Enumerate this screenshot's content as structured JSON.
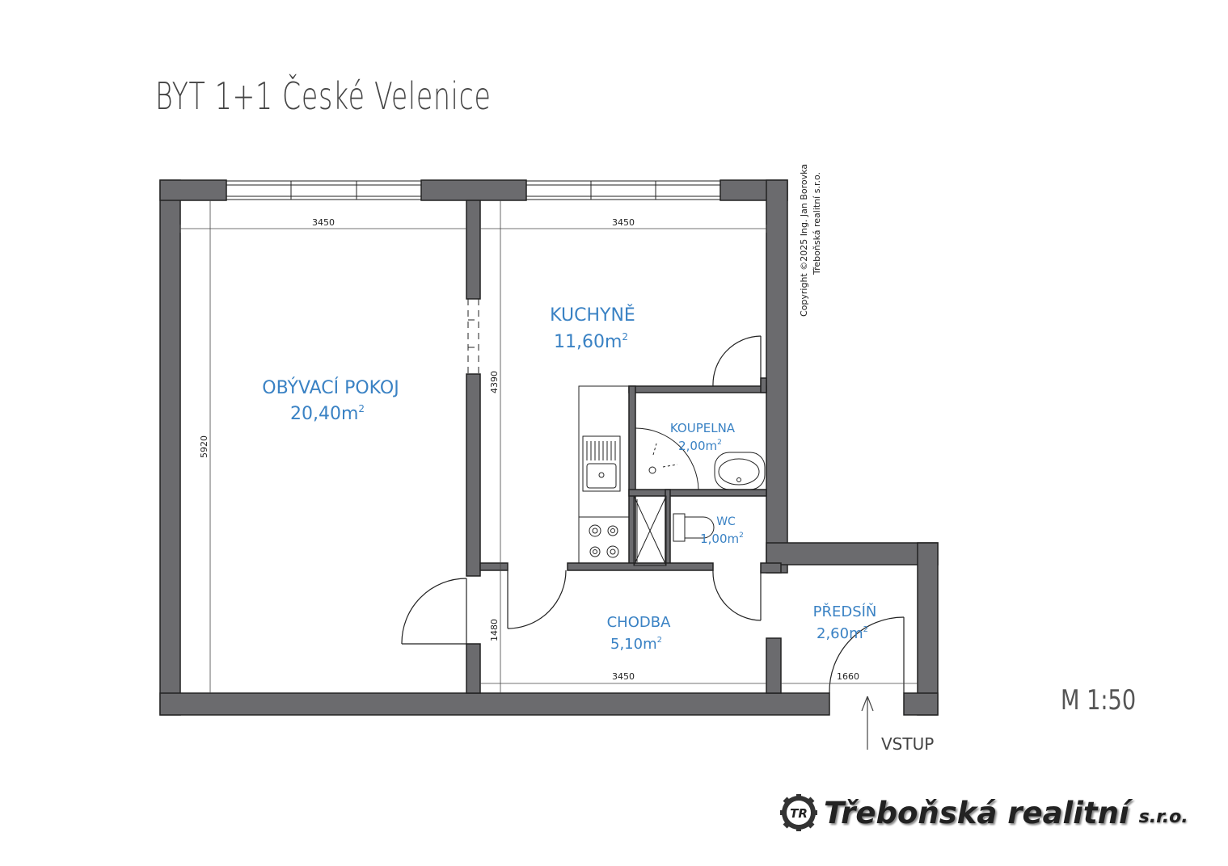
{
  "title": "BYT 1+1 České Velenice",
  "copyright": {
    "line1": "Copyright ©2025 Ing. Jan Borovka",
    "line2": "Třeboňská realitní s.r.o."
  },
  "rooms": {
    "living": {
      "name": "OBÝVACÍ POKOJ",
      "area": "20,40m",
      "sup": "2"
    },
    "kitchen": {
      "name": "KUCHYNĚ",
      "area": "11,60m",
      "sup": "2"
    },
    "bathroom": {
      "name": "KOUPELNA",
      "area": "2,00m",
      "sup": "2"
    },
    "wc": {
      "name": "WC",
      "area": "1,00m",
      "sup": "2"
    },
    "corridor": {
      "name": "CHODBA",
      "area": "5,10m",
      "sup": "2"
    },
    "hall": {
      "name": "PŘEDSÍŇ",
      "area": "2,60m",
      "sup": "2"
    }
  },
  "dimensions": {
    "living_width": "3450",
    "kitchen_width": "3450",
    "corridor_width": "3450",
    "hall_width": "1660",
    "living_depth": "5920",
    "kitchen_depth": "4390",
    "corridor_depth": "1480"
  },
  "entrance": "VSTUP",
  "scale": "M 1:50",
  "brand": {
    "logo_text": "TR",
    "name": "Třeboňská realitní",
    "suffix": "s.r.o."
  },
  "colors": {
    "wall": "#6b6b6e",
    "label": "#3a82c4"
  }
}
